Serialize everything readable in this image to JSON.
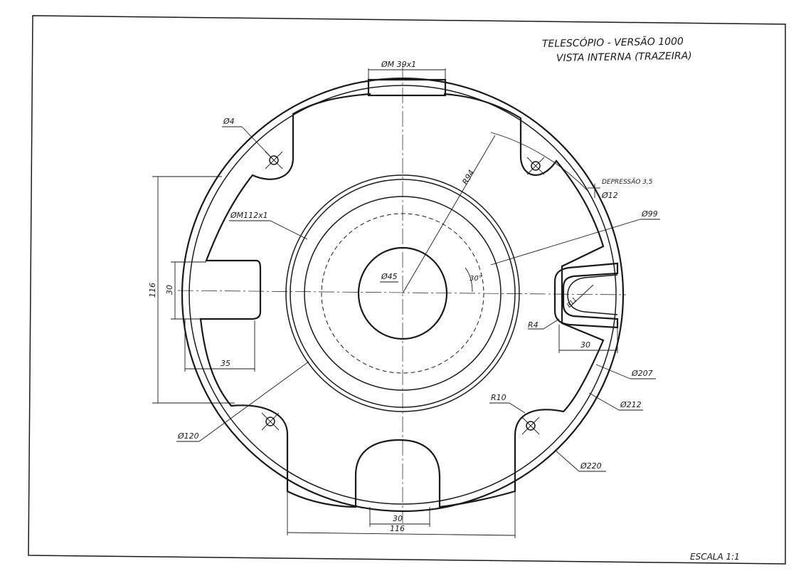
{
  "title": {
    "line1": "TELESCÓPIO  -  VERSÃO  1000",
    "line2": "VISTA  INTERNA  (TRAZEIRA)"
  },
  "scale": "ESCALA 1:1",
  "dimensions": {
    "thread_top": "ØM 39x1",
    "hole": "Ø4",
    "radius_94": "R94",
    "depression": "DEPRESSÃO 3,5",
    "d12": "Ø12",
    "thread_center": "ØM112x1",
    "d99": "Ø99",
    "d45": "Ø45",
    "angle": "30°",
    "height_116": "116",
    "slot_30_left": "30",
    "slot_35": "35",
    "r11": "R11",
    "r4": "R4",
    "slot_30_right": "30",
    "d207": "Ø207",
    "r10": "R10",
    "d212": "Ø212",
    "d120": "Ø120",
    "d220": "Ø220",
    "slot_30_bottom": "30",
    "width_116": "116"
  }
}
